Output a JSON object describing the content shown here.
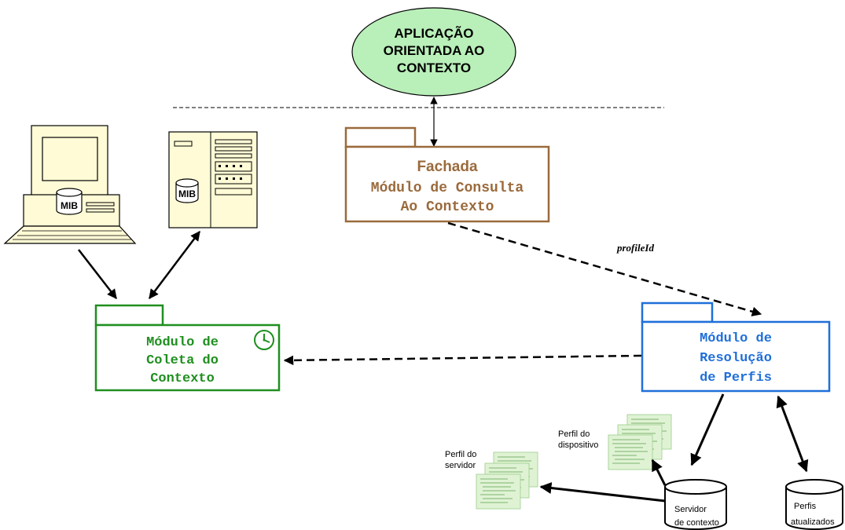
{
  "application": {
    "line1": "APLICAÇÃO",
    "line2": "ORIENTADA AO",
    "line3": "CONTEXTO",
    "fill_color": "#b9efb9"
  },
  "fachada": {
    "title": "Fachada",
    "line1": "Módulo de Consulta",
    "line2": "Ao Contexto",
    "color": "#9a6a3c"
  },
  "coleta": {
    "line1": "Módulo de",
    "line2": "Coleta do",
    "line3": "Contexto",
    "color": "#1f8f1f",
    "icon": "clock-icon"
  },
  "resolucao": {
    "line1": "Módulo de",
    "line2": "Resolução",
    "line3": "de Perfis",
    "color": "#1f6fd9"
  },
  "edge_label": "profileId",
  "workstation": {
    "db_label": "MIB"
  },
  "server_tower": {
    "db_label": "MIB"
  },
  "perfil_dispositivo": {
    "line1": "Perfil do",
    "line2": "dispositivo"
  },
  "perfil_servidor": {
    "line1": "Perfil do",
    "line2": "servidor"
  },
  "servidor_contexto": {
    "line1": "Servidor",
    "line2": "de contexto"
  },
  "perfis_atualizados": {
    "line1": "Perfis",
    "line2": "atualizados"
  }
}
